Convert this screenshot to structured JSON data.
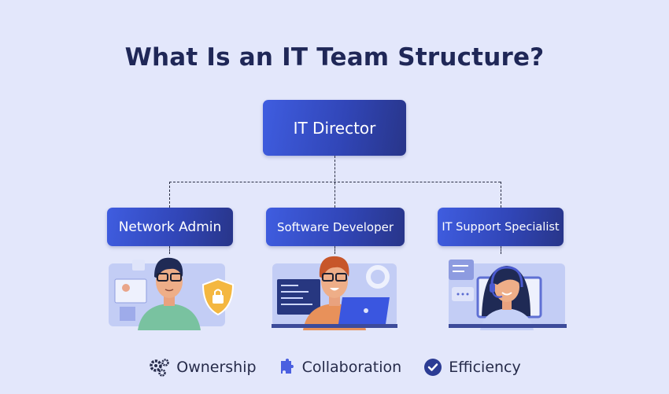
{
  "title": "What Is an IT Team Structure?",
  "org_chart": {
    "root": {
      "label": "IT Director"
    },
    "children": [
      {
        "label": "Network Admin",
        "illustration": "network-admin-illustration"
      },
      {
        "label": "Software Developer",
        "illustration": "software-developer-illustration"
      },
      {
        "label": "IT Support Specialist",
        "illustration": "it-support-specialist-illustration"
      }
    ]
  },
  "legend": [
    {
      "icon": "gears-icon",
      "label": "Ownership"
    },
    {
      "icon": "puzzle-icon",
      "label": "Collaboration"
    },
    {
      "icon": "check-circle-icon",
      "label": "Efficiency"
    }
  ],
  "colors": {
    "background": "#e3e7fb",
    "title": "#1f2757",
    "box_start": "#3f5de0",
    "box_end": "#283589",
    "accent": "#3b4fd0"
  }
}
